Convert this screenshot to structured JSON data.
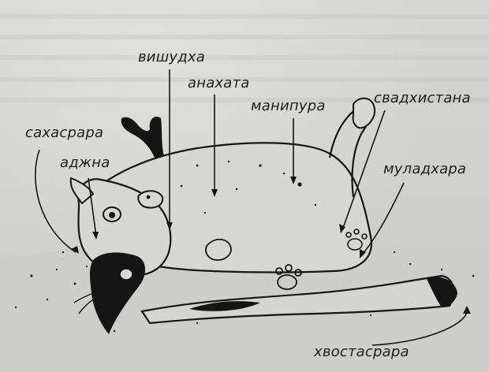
{
  "labels": {
    "vishuddha": "вишудха",
    "anahata": "анахата",
    "manipura": "манипура",
    "svadhisthana": "свадхистана",
    "sahasrara": "сахасрара",
    "ajna": "аджна",
    "muladhara": "муладхара",
    "tailsrara": "хвостасрара"
  },
  "colors": {
    "ink": "#151515",
    "paper": "#d2d2cf"
  }
}
